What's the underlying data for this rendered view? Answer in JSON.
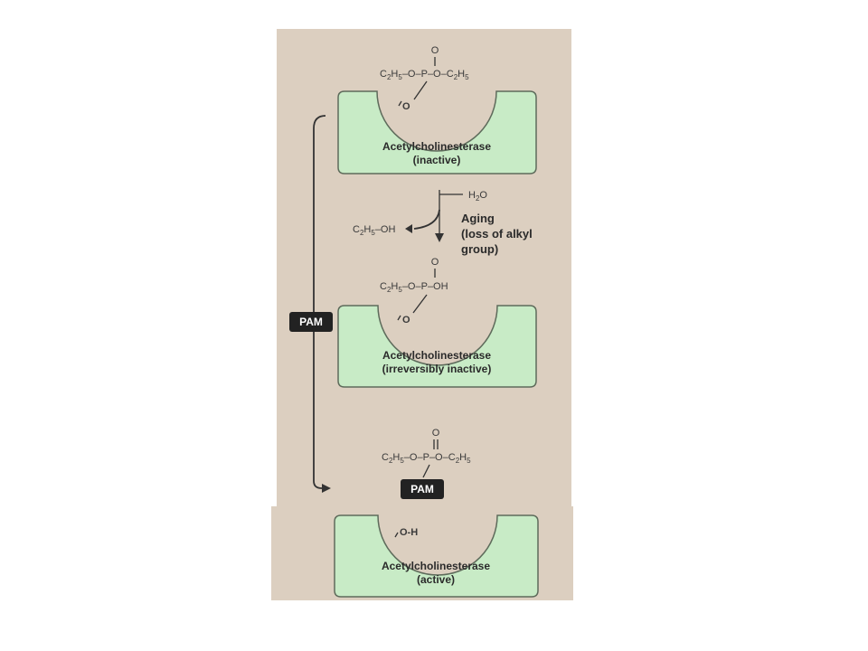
{
  "colors": {
    "panel_bg": "#dccfc0",
    "enzyme_fill": "#c8ebc6",
    "enzyme_stroke": "#5e6b5b",
    "badge_bg": "#222222",
    "line": "#333333"
  },
  "diagram": {
    "step1": {
      "oxygen_top": "O",
      "formula_left": "C",
      "formula_left_sub1": "2",
      "formula_left_mid": "H",
      "formula_left_sub2": "5",
      "formula_link": "–O–P–O–",
      "formula_right": "C",
      "formula_right_sub1": "2",
      "formula_right_mid": "H",
      "formula_right_sub2": "5",
      "serine_o": "O",
      "enzyme_name": "Acetylcholinesterase",
      "enzyme_state": "(inactive)"
    },
    "aging": {
      "water": "H",
      "water_sub": "2",
      "water_o": "O",
      "ethanol": "C",
      "ethanol_sub1": "2",
      "ethanol_mid": "H",
      "ethanol_sub2": "5",
      "ethanol_end": "–OH",
      "label_line1": "Aging",
      "label_line2": "(loss of alkyl",
      "label_line3": "group)"
    },
    "step2": {
      "oxygen_top": "O",
      "formula": "C",
      "formula_sub1": "2",
      "formula_mid": "H",
      "formula_sub2": "5",
      "formula_end": "–O–P–OH",
      "serine_o": "O",
      "enzyme_name": "Acetylcholinesterase",
      "enzyme_state": "(irreversibly inactive)"
    },
    "pam_side": "PAM",
    "step3": {
      "oxygen_top": "O",
      "formula_left": "C",
      "formula_left_sub1": "2",
      "formula_left_mid": "H",
      "formula_left_sub2": "5",
      "formula_link": "–O–P–O–",
      "formula_right": "C",
      "formula_right_sub1": "2",
      "formula_right_mid": "H",
      "formula_right_sub2": "5",
      "pam_label": "PAM"
    },
    "step4": {
      "serine_oh": "O-H",
      "enzyme_name": "Acetylcholinesterase",
      "enzyme_state": "(active)"
    }
  }
}
